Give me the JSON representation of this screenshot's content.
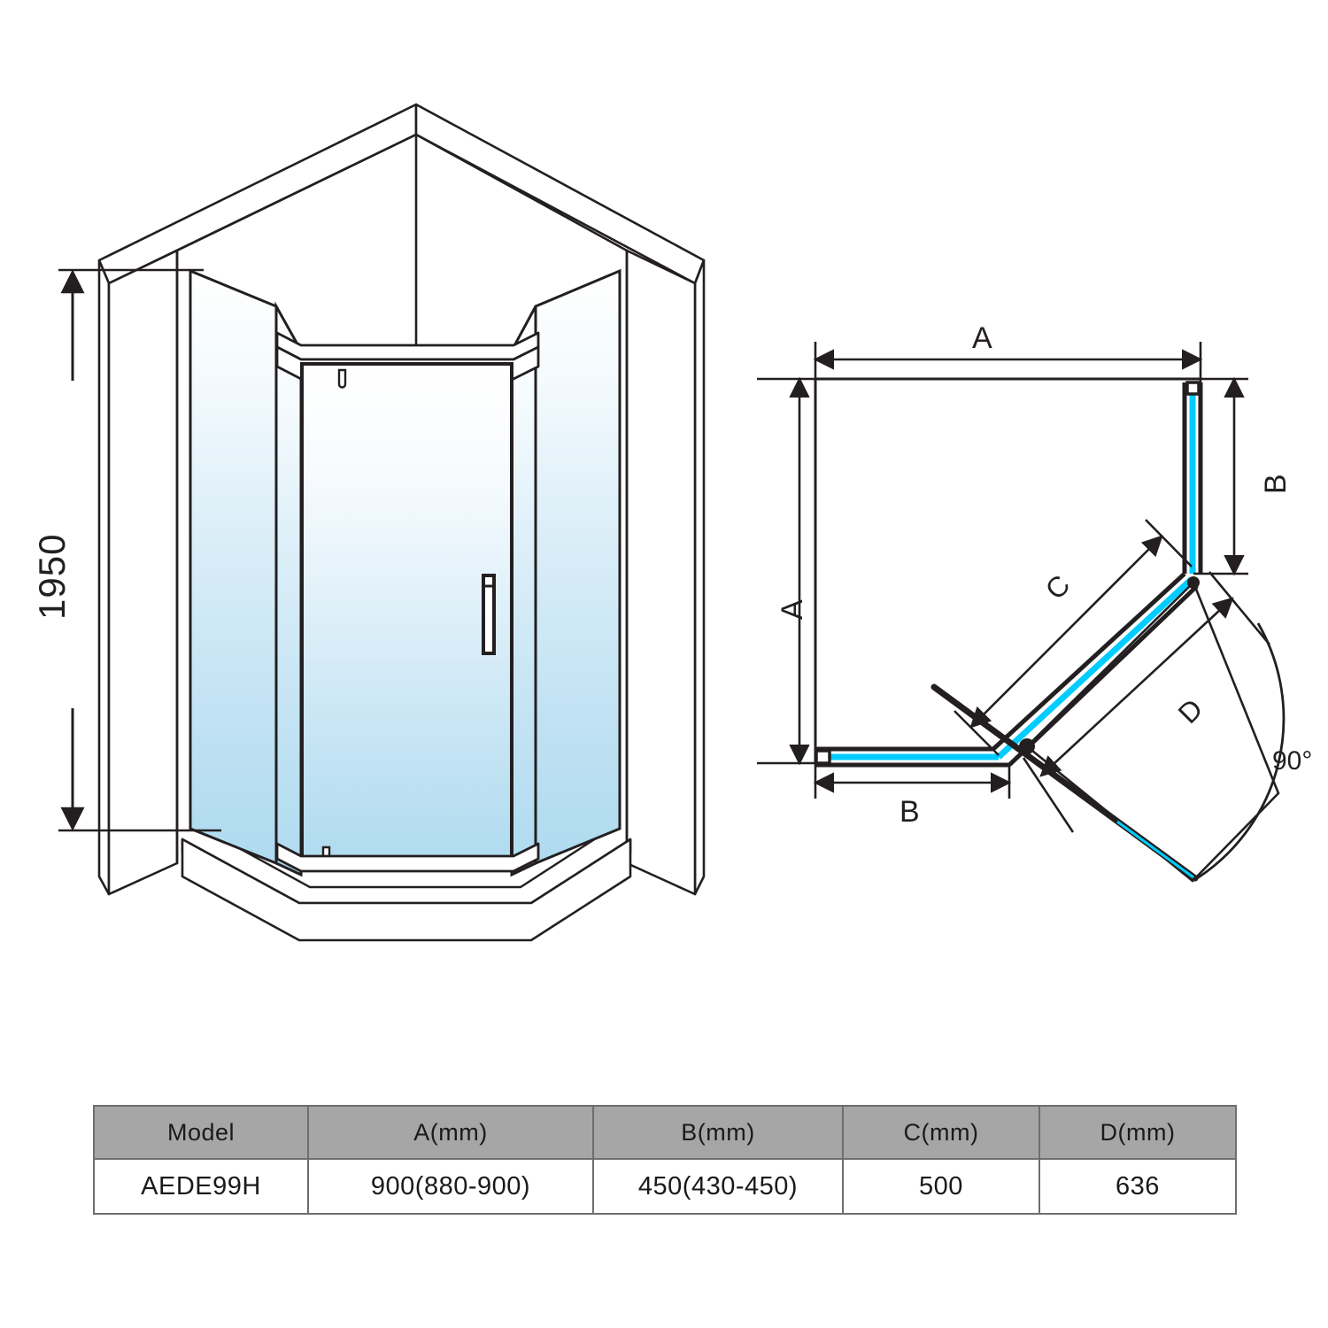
{
  "drawing": {
    "title": "Neo-angle shower enclosure technical drawing",
    "colors": {
      "line": "#231f20",
      "glass_top": "#ffffff",
      "glass_bottom": "#b4dcf0",
      "plan_glass": "#00ccff",
      "table_header_bg": "#a6a6a6",
      "table_border": "#6e6e6e",
      "text": "#231f20"
    }
  },
  "elevation_view": {
    "height_label": "1950",
    "unit_note": ""
  },
  "plan_view": {
    "label_a_top": "A",
    "label_a_left": "A",
    "label_b_right": "B",
    "label_b_bottom": "B",
    "label_c": "C",
    "label_d": "D",
    "label_angle": "90°"
  },
  "spec_table": {
    "headers": [
      "Model",
      "A(mm)",
      "B(mm)",
      "C(mm)",
      "D(mm)"
    ],
    "rows": [
      [
        "AEDE99H",
        "900(880-900)",
        "450(430-450)",
        "500",
        "636"
      ]
    ]
  },
  "chart_data": {
    "type": "table",
    "title": "Shower enclosure dimensions",
    "columns": [
      "Model",
      "A(mm)",
      "B(mm)",
      "C(mm)",
      "D(mm)"
    ],
    "data": [
      {
        "Model": "AEDE99H",
        "A(mm)": "900(880-900)",
        "B(mm)": "450(430-450)",
        "C(mm)": "500",
        "D(mm)": "636"
      }
    ],
    "annotations": {
      "elevation_height_mm": 1950,
      "door_swing_degrees": 90,
      "A_nominal_mm": 900,
      "A_range_mm": [
        880,
        900
      ],
      "B_nominal_mm": 450,
      "B_range_mm": [
        430,
        450
      ],
      "C_mm": 500,
      "D_mm": 636
    }
  }
}
